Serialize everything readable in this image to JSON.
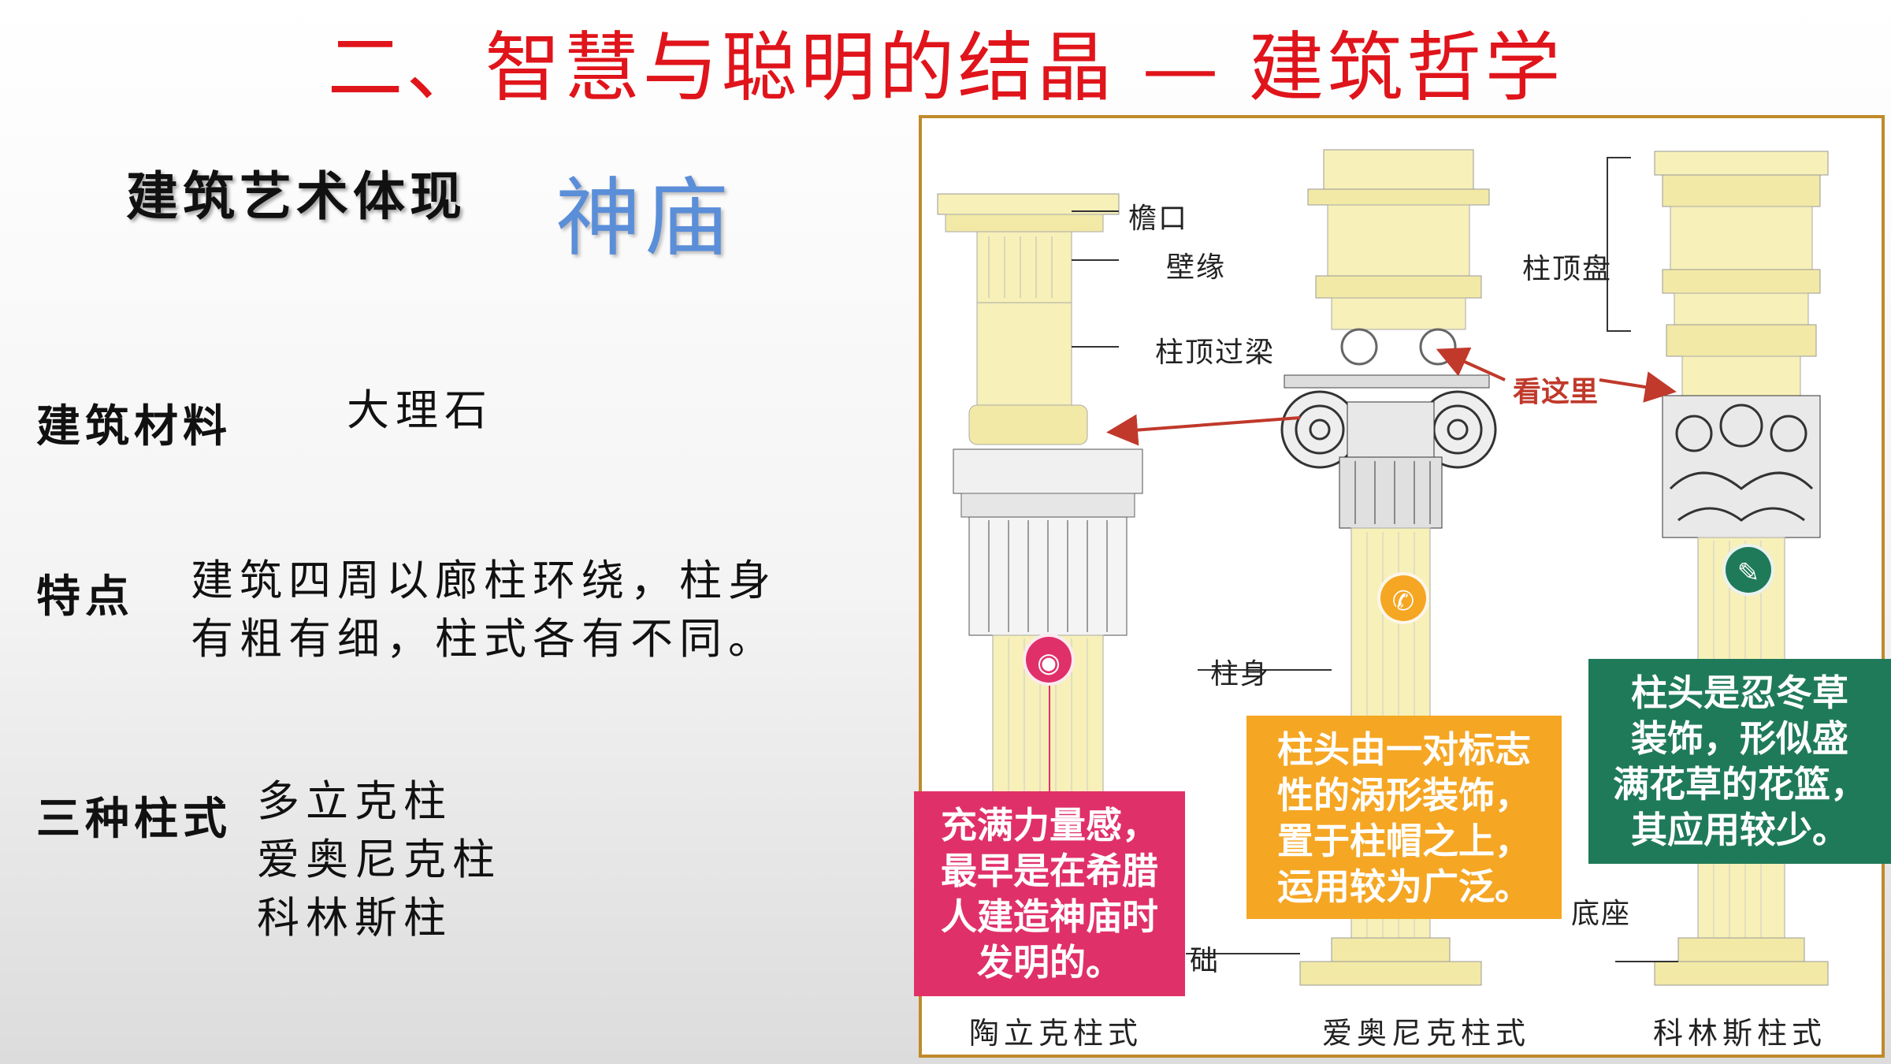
{
  "title": "二、智慧与聪明的结晶 — 建筑哲学",
  "subtitle": "建筑艺术体现",
  "temple_word": "神庙",
  "rows": [
    {
      "label": "建筑材料",
      "value": "大理石"
    },
    {
      "label": "特点",
      "value_lines": [
        "建筑四周以廊柱环绕，柱身",
        "有粗有细，柱式各有不同。"
      ]
    },
    {
      "label": "三种柱式",
      "value_lines": [
        "多立克柱",
        "爱奥尼克柱",
        "科林斯柱"
      ]
    }
  ],
  "diagram": {
    "tags": {
      "cornice": "檐口",
      "frieze": "壁缘",
      "architrave": "柱顶过梁",
      "entablature": "柱顶盘",
      "shaft": "柱身",
      "pedestal": "底座",
      "foundation": "础"
    },
    "look_here": "看这里",
    "captions": [
      "陶立克柱式",
      "爱奥尼克柱式",
      "科林斯柱式"
    ],
    "callouts": [
      {
        "lines": [
          "充满力量感，",
          "最早是在希腊",
          "人建造神庙时",
          "发明的。"
        ],
        "color": "#e0306a"
      },
      {
        "lines": [
          "柱头由一对标志",
          "性的涡形装饰，",
          "置于柱帽之上，",
          "运用较为广泛。"
        ],
        "color": "#f5a623"
      },
      {
        "lines": [
          "柱头是忍冬草",
          "装饰，形似盛",
          "满花草的花篮，",
          "其应用较少。"
        ],
        "color": "#1f7a5a"
      }
    ],
    "colors": {
      "stone": "#f7f0b8",
      "frame": "#c08a2a",
      "arrow": "#c0392b"
    }
  }
}
